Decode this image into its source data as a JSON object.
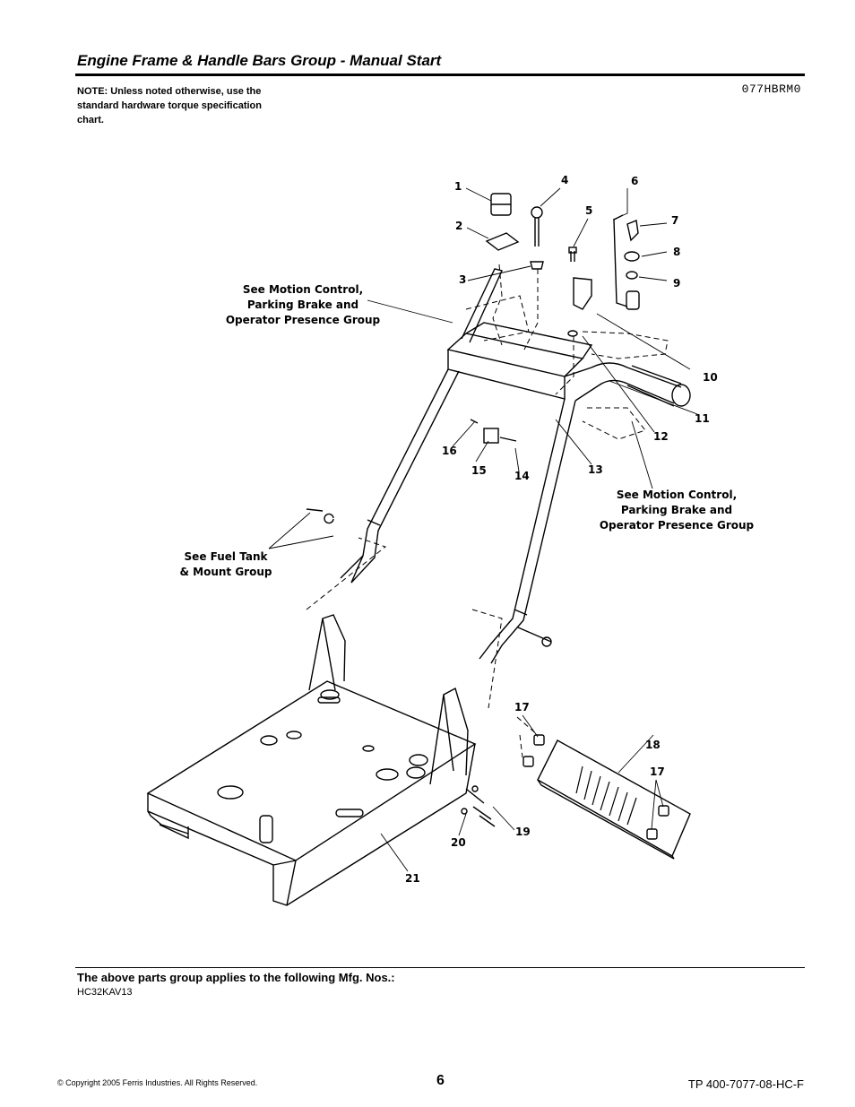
{
  "header": {
    "title": "Engine Frame & Handle Bars Group - Manual Start",
    "note": "NOTE: Unless noted otherwise, use the standard hardware torque specification chart.",
    "diagram_code": "077HBRM0"
  },
  "diagram": {
    "callouts": [
      "1",
      "2",
      "3",
      "4",
      "5",
      "6",
      "7",
      "8",
      "9",
      "10",
      "11",
      "12",
      "13",
      "14",
      "15",
      "16",
      "17",
      "18",
      "17",
      "19",
      "20",
      "21"
    ],
    "references": {
      "motion_control_left": [
        "See Motion Control,",
        "Parking Brake and",
        "Operator Presence Group"
      ],
      "motion_control_right": [
        "See Motion Control,",
        "Parking Brake and",
        "Operator Presence Group"
      ],
      "fuel_tank": [
        "See Fuel Tank",
        "& Mount Group"
      ]
    }
  },
  "footer": {
    "applies_label": "The above parts group applies to the following Mfg. Nos.:",
    "mfg_numbers": "HC32KAV13",
    "copyright": "© Copyright  2005 Ferris Industries. All Rights Reserved.",
    "page_number": "6",
    "doc_number": "TP 400-7077-08-HC-F"
  }
}
